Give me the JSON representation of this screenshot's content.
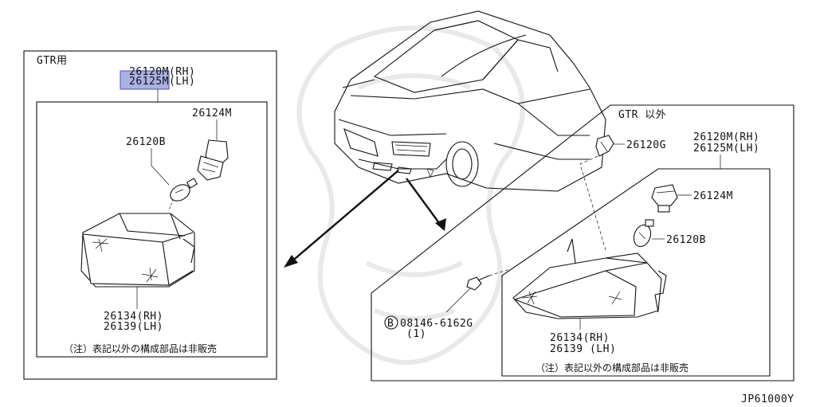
{
  "panel_left": {
    "title": "GTR用",
    "top_ref": [
      "26120M(RH)",
      "26125M(LH)"
    ],
    "socket_part": "26124M",
    "bulb_part": "26120B",
    "lamp_ref": [
      "26134(RH)",
      "26139(LH)"
    ],
    "note": "（注）表記以外の構成部品は非販売"
  },
  "panel_right": {
    "title": "GTR 以外",
    "clip_part": "26120G",
    "top_ref": [
      "26120M(RH)",
      "26125M(LH)"
    ],
    "socket_part": "26124M",
    "bulb_part": "26120B",
    "bolt_symbol": "B",
    "bolt_part": "08146-6162G",
    "bolt_qty": "(1)",
    "lamp_ref": [
      "26134(RH)",
      "26139 (LH)"
    ],
    "note": "（注）表記以外の構成部品は非販売"
  },
  "diagram_code": "JP61000Y",
  "highlight_color": "#7f86d6"
}
